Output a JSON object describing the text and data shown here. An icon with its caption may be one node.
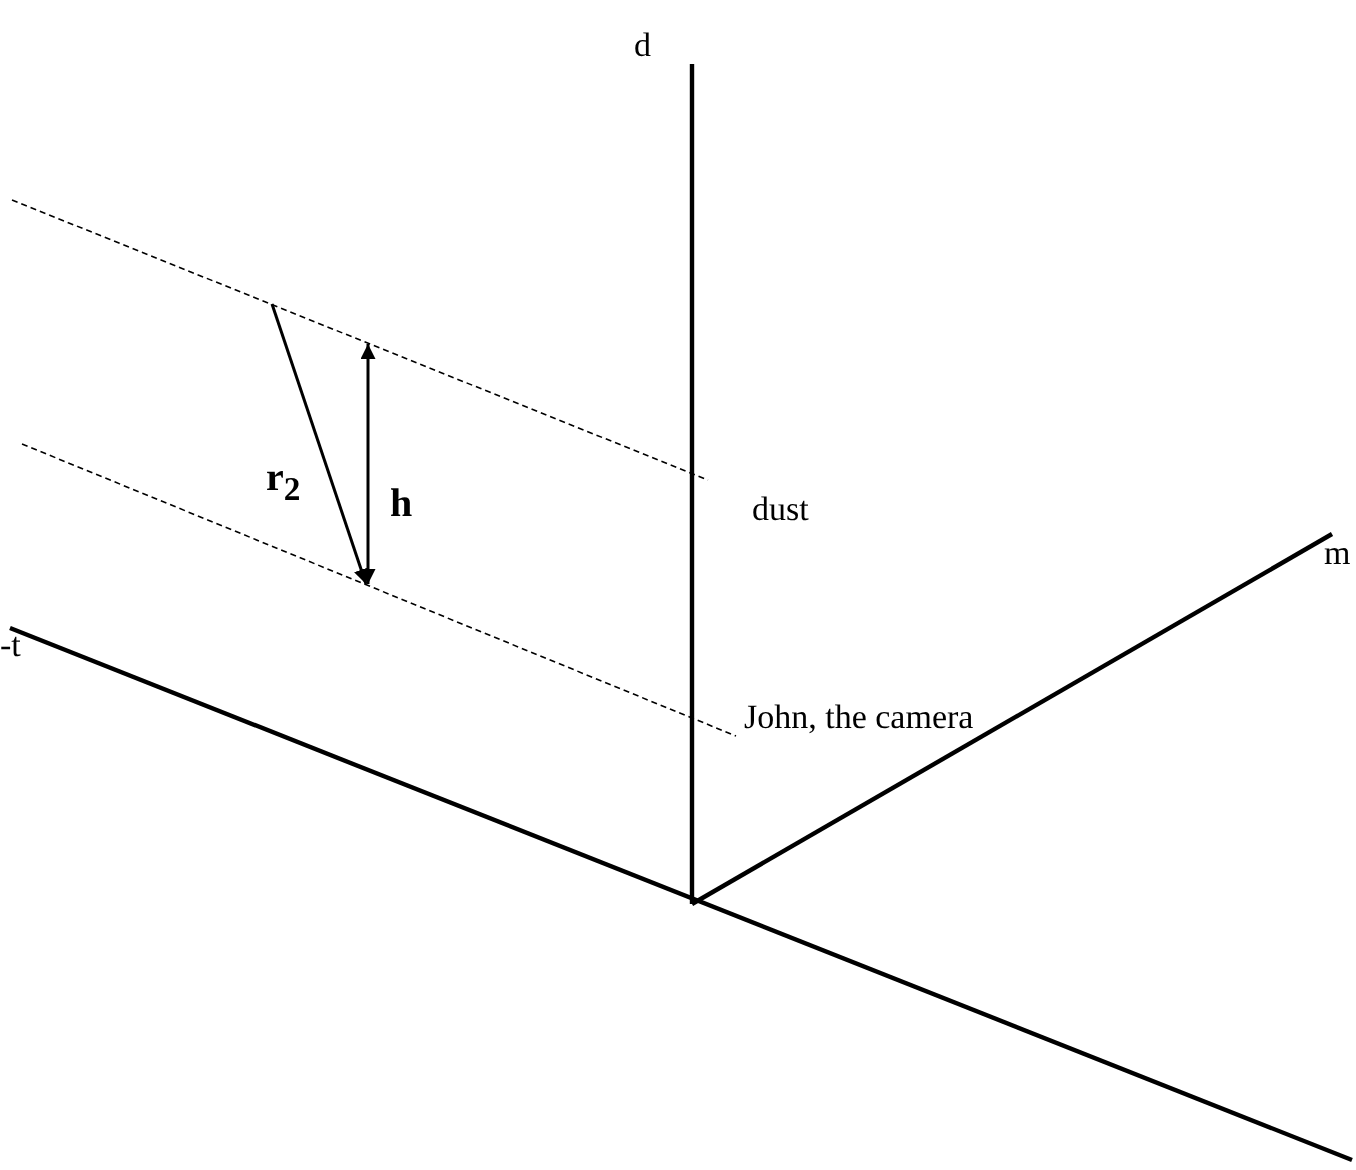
{
  "diagram": {
    "labels": [
      "d",
      "r$_{2}$",
      "h",
      "dust",
      "m",
      "-t",
      "John, the camera"
    ]
  }
}
